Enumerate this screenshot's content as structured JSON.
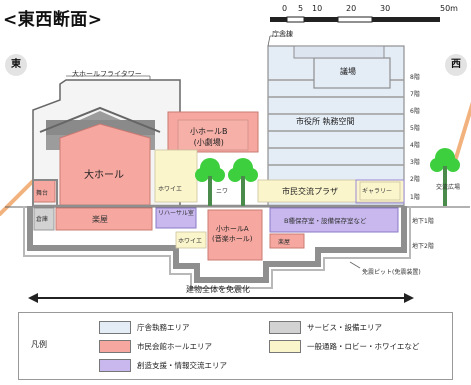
{
  "title": "<東西断面>",
  "scale": {
    "ticks": [
      "0",
      "5",
      "10",
      "20",
      "30",
      "50m"
    ]
  },
  "directions": {
    "east": "東",
    "west": "西"
  },
  "colors": {
    "gov_office": "#e4ecf6",
    "hall": "#f6a8a0",
    "service": "#d2d2d2",
    "lobby": "#fbf5cc",
    "creative": "#c8b8ee"
  },
  "labels": {
    "fly_tower": "大ホールフライタワー",
    "gov_building_roof": "庁舎棟",
    "assembly": "議場",
    "city_office": "市役所 執務空間",
    "large_hall": "大ホール",
    "small_hall_b": "小ホールB\n(小劇場)",
    "small_hall_a": "小ホールA\n(音楽ホール)",
    "foyer_top": "ホワイエ",
    "foyer_bottom": "ホワイエ",
    "niwa": "ニワ",
    "civic_plaza": "市民交流プラザ",
    "gallery": "ギャラリー",
    "rehearsal": "リハーサル室",
    "backstage_b": "楽屋",
    "backstage_a": "楽屋",
    "stage": "舞台",
    "storage": "倉庫",
    "archives": "B種保存室・設備保存室など",
    "exchange_plaza": "交流広場",
    "isolation_pit": "免震ピット(免震装置)",
    "whole_seismic": "建物全体を免震化"
  },
  "floors": [
    "8階",
    "7階",
    "6階",
    "5階",
    "4階",
    "3階",
    "2階",
    "1階"
  ],
  "basement": [
    "地下1階",
    "地下2階"
  ],
  "legend": {
    "title": "凡例",
    "items": [
      {
        "label": "庁舎執務エリア",
        "color": "#e4ecf6"
      },
      {
        "label": "サービス・設備エリア",
        "color": "#d2d2d2"
      },
      {
        "label": "市民会館ホールエリア",
        "color": "#f6a8a0"
      },
      {
        "label": "一般通路・ロビー・ホワイエなど",
        "color": "#fbf5cc"
      },
      {
        "label": "創造支援・情報交流エリア",
        "color": "#c8b8ee"
      }
    ]
  }
}
